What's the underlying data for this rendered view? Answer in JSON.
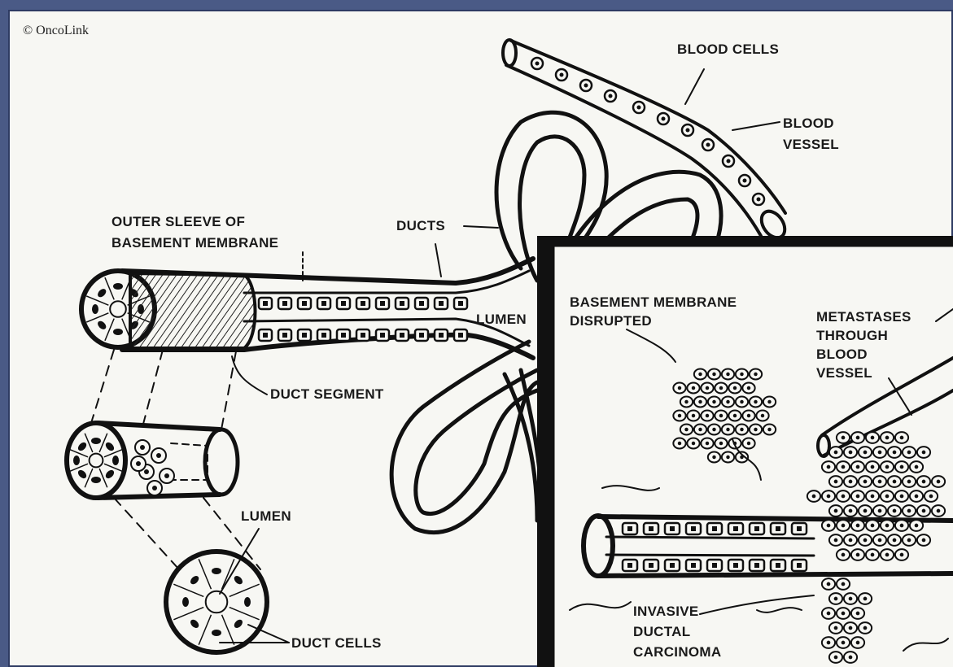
{
  "credit": "© OncoLink",
  "labels": {
    "blood_cells": "BLOOD CELLS",
    "blood_vessel_1": "BLOOD",
    "blood_vessel_2": "VESSEL",
    "outer_sleeve_1": "OUTER SLEEVE OF",
    "outer_sleeve_2": "BASEMENT MEMBRANE",
    "ducts": "DUCTS",
    "lumen_main": "LUMEN",
    "duct_segment": "DUCT SEGMENT",
    "lumen_small": "LUMEN",
    "duct_cells": "DUCT CELLS"
  },
  "inset": {
    "membrane_1": "BASEMENT MEMBRANE",
    "membrane_2": "DISRUPTED",
    "metastases_1": "METASTASES",
    "metastases_2": "THROUGH",
    "metastases_3": "BLOOD",
    "metastases_4": "VESSEL",
    "invasive_1": "INVASIVE",
    "invasive_2": "DUCTAL",
    "invasive_3": "CARCINOMA"
  },
  "colors": {
    "background": "#4a5a86",
    "paper": "#f7f7f3",
    "ink": "#111111"
  }
}
